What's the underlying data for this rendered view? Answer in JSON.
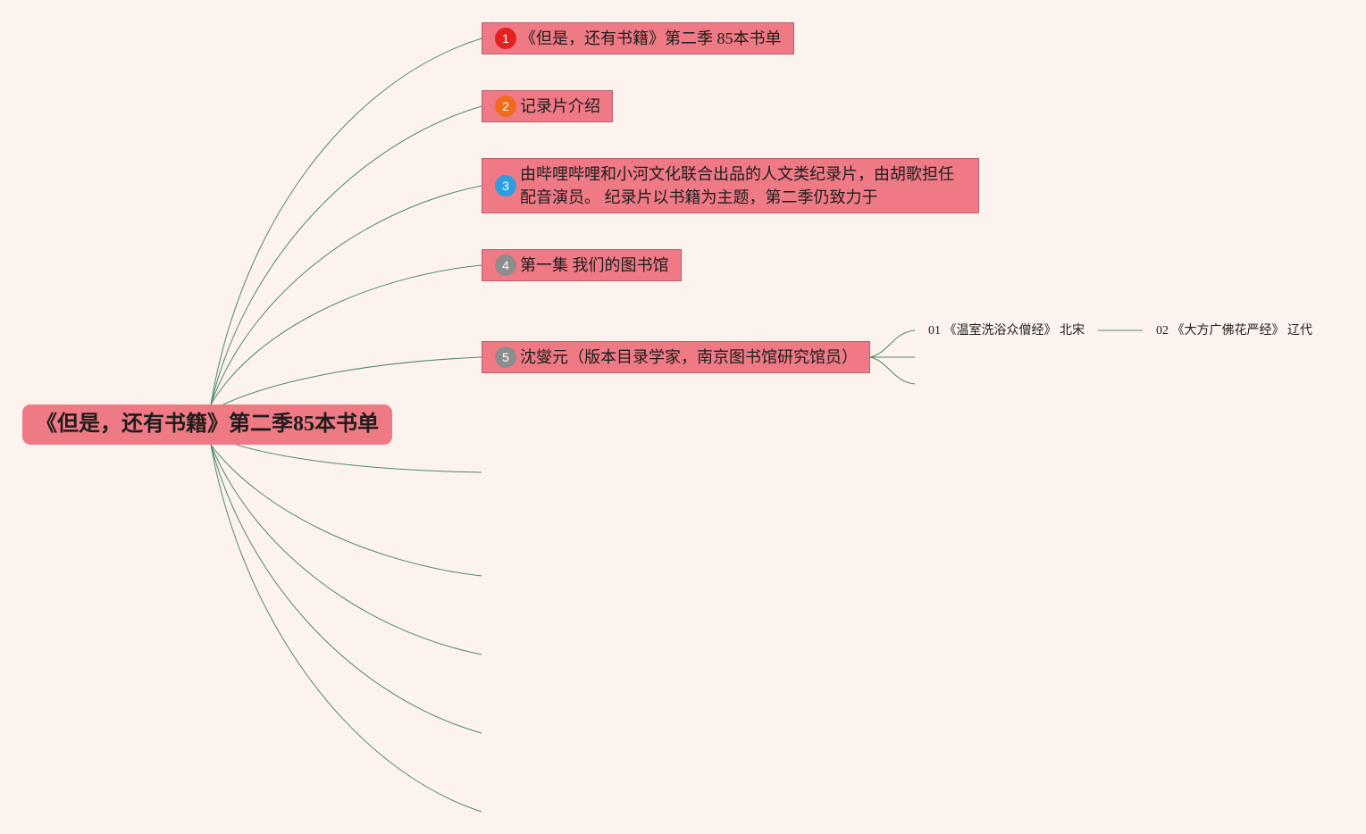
{
  "root": {
    "label": "《但是，还有书籍》第二季85本书单"
  },
  "topics": [
    {
      "number": "1",
      "label": "《但是，还有书籍》第二季 85本书单",
      "badge_color": "#e2221f"
    },
    {
      "number": "2",
      "label": "记录片介绍",
      "badge_color": "#ee6c1b"
    },
    {
      "number": "3",
      "label": "由哔哩哔哩和小河文化联合出品的人文类纪录片，由胡歌担任配音演员。 纪录片以书籍为主题，第二季仍致力于",
      "badge_color": "#2f9ee0"
    },
    {
      "number": "4",
      "label": "第一集 我们的图书馆",
      "badge_color": "#8d8d8d"
    },
    {
      "number": "5",
      "label": "沈燮元（版本目录学家，南京图书馆研究馆员）",
      "badge_color": "#8d8d8d"
    }
  ],
  "leaves": [
    {
      "label": "01 《温室洗浴众僧经》 北宋"
    },
    {
      "label": "02 《大方广佛花严经》 辽代"
    }
  ],
  "colors": {
    "background": "#fdf3ee",
    "node_fill": "#ef7a85",
    "connector": "#4f8a66"
  }
}
